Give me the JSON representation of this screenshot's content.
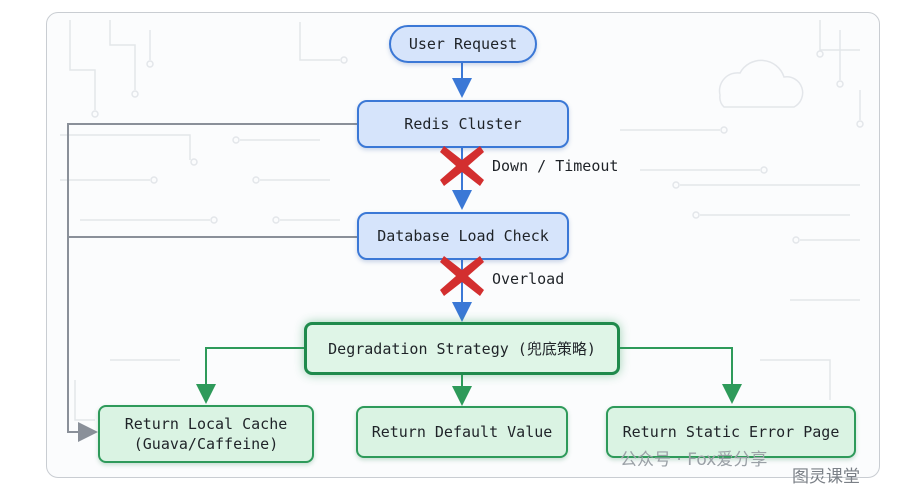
{
  "nodes": {
    "user_request": "User Request",
    "redis_cluster": "Redis Cluster",
    "db_check": "Database Load Check",
    "degradation": "Degradation Strategy (兜底策略)",
    "local_cache": "Return Local Cache\n(Guava/Caffeine)",
    "default_value": "Return Default Value",
    "static_error": "Return Static Error Page"
  },
  "edge_labels": {
    "redis_fail": "Down / Timeout",
    "db_fail": "Overload"
  },
  "watermark": {
    "account": "公众号 · Fox爱分享",
    "brand": "图灵课堂"
  },
  "colors": {
    "blue_fill": "#d6e4fb",
    "blue_border": "#3b78d6",
    "green_fill": "#daf3e3",
    "green_border": "#2e9a5a",
    "gray_line": "#8a9099",
    "failure_x": "#d32f2f"
  }
}
